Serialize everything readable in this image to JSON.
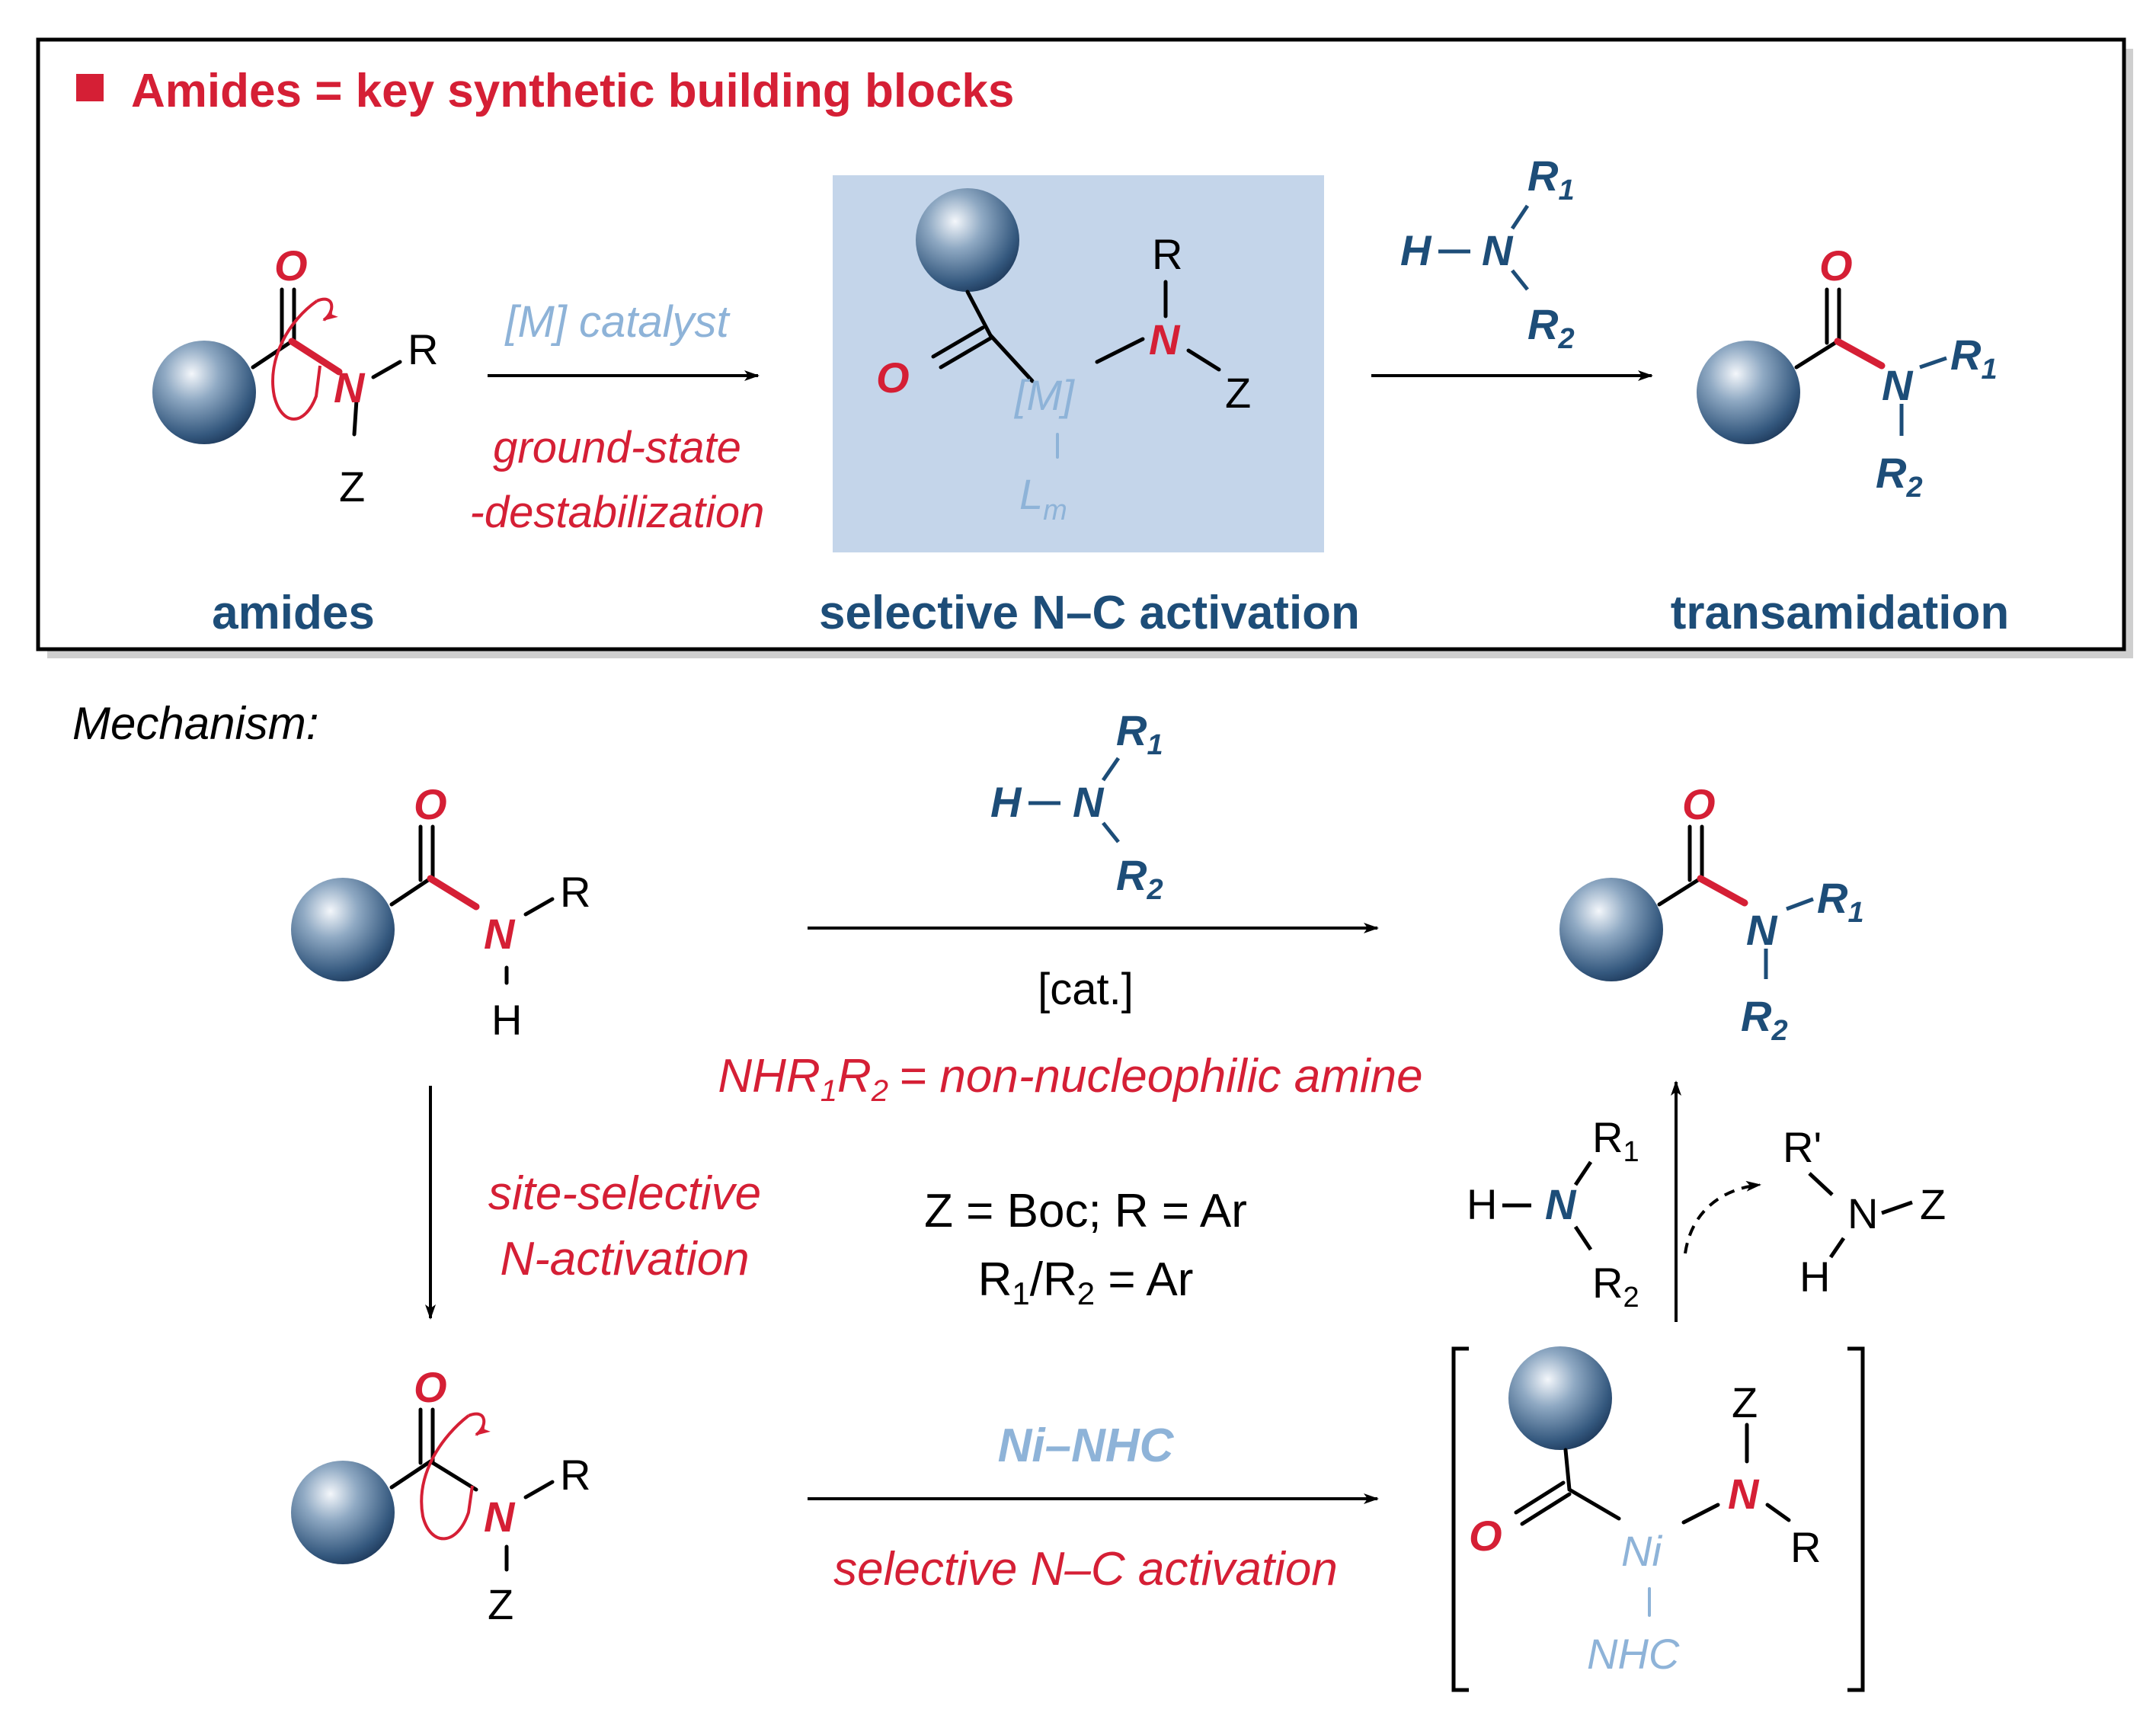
{
  "colors": {
    "red": "#d51f35",
    "blue": "#1d4d78",
    "light_blue": "#8eb3d8",
    "highlight": "#c4d5ea",
    "sphere": "#4f7396"
  },
  "header": {
    "title": "Amides = key synthetic building blocks"
  },
  "top": {
    "label_amides": "amides",
    "label_activation": "selective N–C activation",
    "label_transamidation": "transamidation",
    "arrow1_top": "[M] catalyst",
    "arrow1_bottom_1": "ground-state",
    "arrow1_bottom_2": "-destabilization",
    "metal": "[M]",
    "ligand": "L",
    "ligand_sub": "m"
  },
  "atoms": {
    "O": "O",
    "N": "N",
    "R": "R",
    "Z": "Z",
    "H": "H",
    "R1": "R",
    "R2": "R",
    "sub1": "1",
    "sub2": "2",
    "Rprime": "R'",
    "Ni": "Ni",
    "NHC": "NHC"
  },
  "mechanism": {
    "title": "Mechanism:",
    "cat": "[cat.]",
    "amine_note": "= non-nucleophilic amine",
    "amine_formula": "NHR",
    "down_arrow_1": "site-selective",
    "down_arrow_2": "N-activation",
    "cond_1": "Z = Boc; R = Ar",
    "cond_2_a": "R",
    "cond_2_b": "/R",
    "cond_2_c": " = Ar",
    "ni_arrow_top": "Ni–NHC",
    "ni_arrow_bottom": "selective N–C activation"
  }
}
